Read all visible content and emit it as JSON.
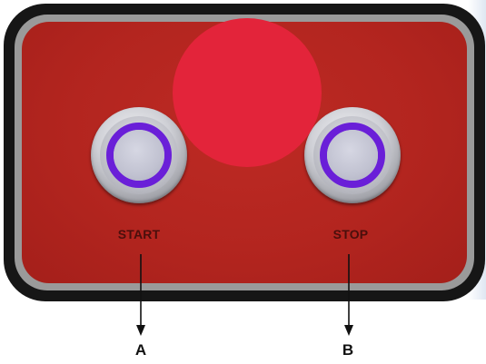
{
  "panel": {
    "face_color": "#b3251f",
    "frame_color": "#161616",
    "buttons": [
      {
        "label": "START",
        "ring_color": "#6a1fd8"
      },
      {
        "label": "STOP",
        "ring_color": "#6a1fd8"
      }
    ]
  },
  "overlay": {
    "color": "#e3243a"
  },
  "callouts": {
    "a": "A",
    "b": "B"
  }
}
